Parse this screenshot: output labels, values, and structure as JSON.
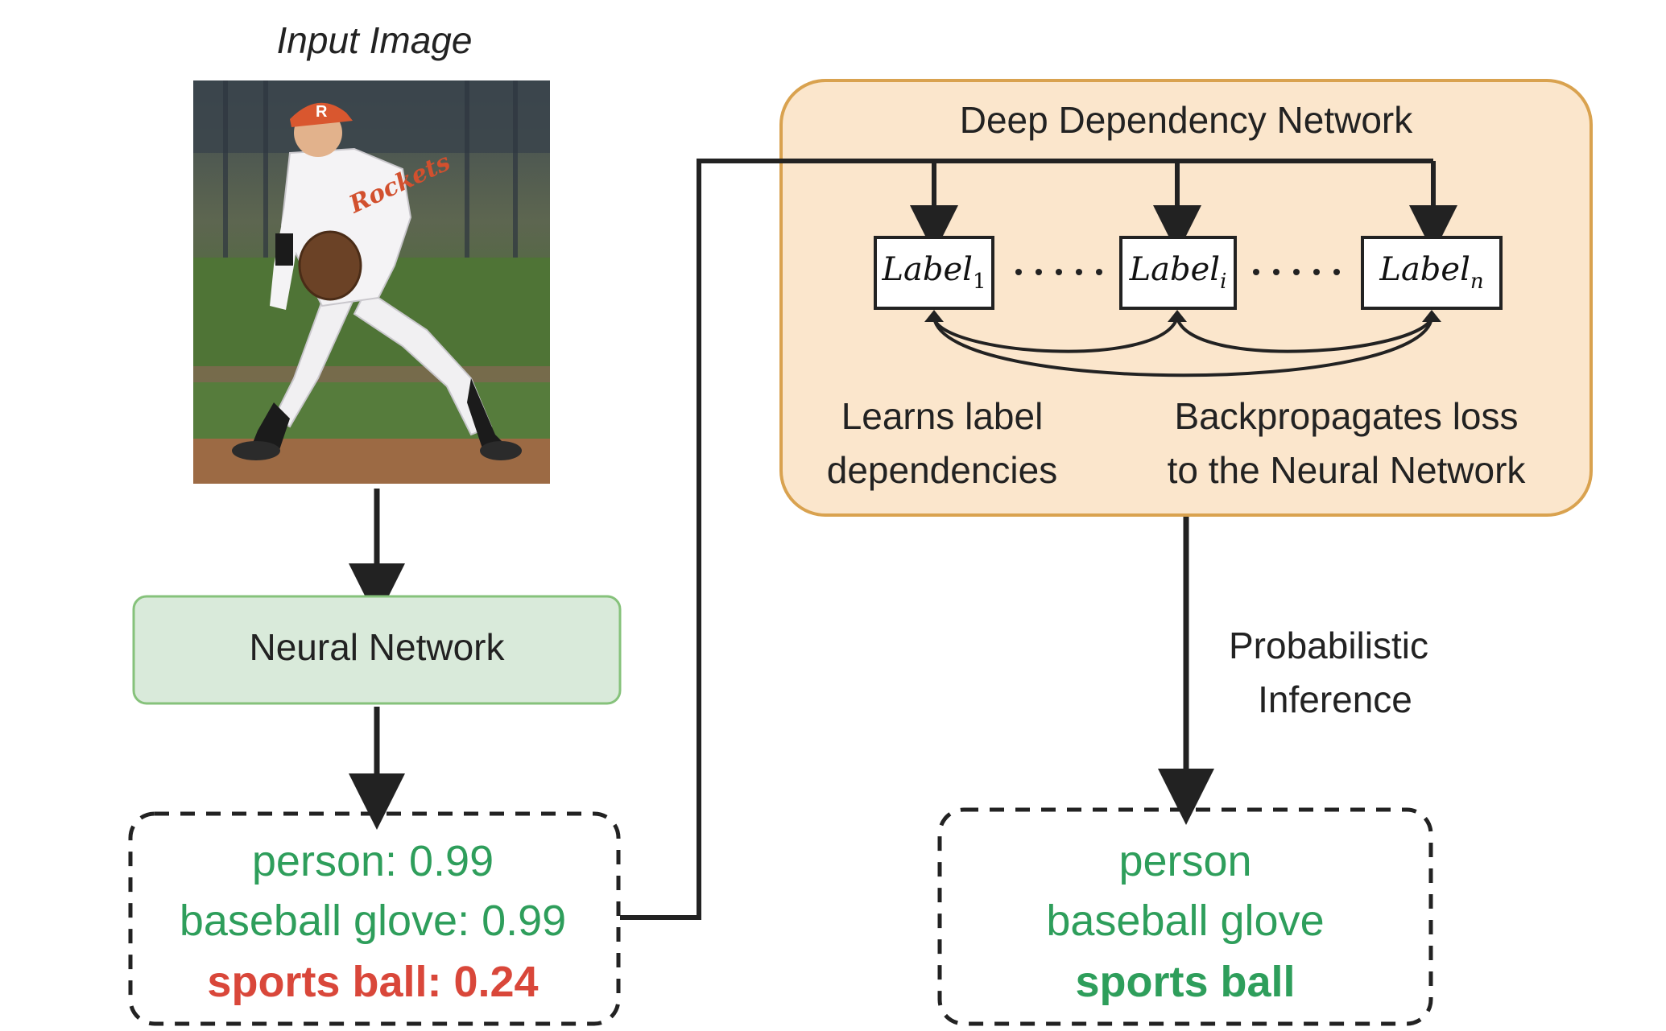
{
  "input_image": {
    "caption": "Input Image",
    "description_icon": "baseball-pitcher-photo"
  },
  "neural_network": {
    "label": "Neural Network"
  },
  "nn_output": {
    "lines": [
      {
        "text": "person: 0.99",
        "color": "#2e9e5b",
        "bold": false
      },
      {
        "text": "baseball glove: 0.99",
        "color": "#2e9e5b",
        "bold": false
      },
      {
        "text": "sports ball: 0.24",
        "color": "#d9473a",
        "bold": true
      }
    ]
  },
  "ddn": {
    "title": "Deep Dependency Network",
    "labels": [
      {
        "base": "Label",
        "sub": "1"
      },
      {
        "base": "Label",
        "sub": "i"
      },
      {
        "base": "Label",
        "sub": "n"
      }
    ],
    "left_caption": [
      "Learns label",
      "dependencies"
    ],
    "right_caption": [
      "Backpropagates loss",
      "to the Neural Network"
    ]
  },
  "inference": {
    "label_lines": [
      "Probabilistic",
      "Inference"
    ]
  },
  "final_output": {
    "lines": [
      {
        "text": "person",
        "color": "#2e9e5b",
        "bold": false
      },
      {
        "text": "baseball glove",
        "color": "#2e9e5b",
        "bold": false
      },
      {
        "text": "sports ball",
        "color": "#2e9e5b",
        "bold": true
      }
    ]
  },
  "colors": {
    "ddn_fill": "#fbe6cc",
    "ddn_stroke": "#d9a24f",
    "nn_fill": "#d9eada",
    "nn_stroke": "#86c27b",
    "arrow": "#222222"
  }
}
